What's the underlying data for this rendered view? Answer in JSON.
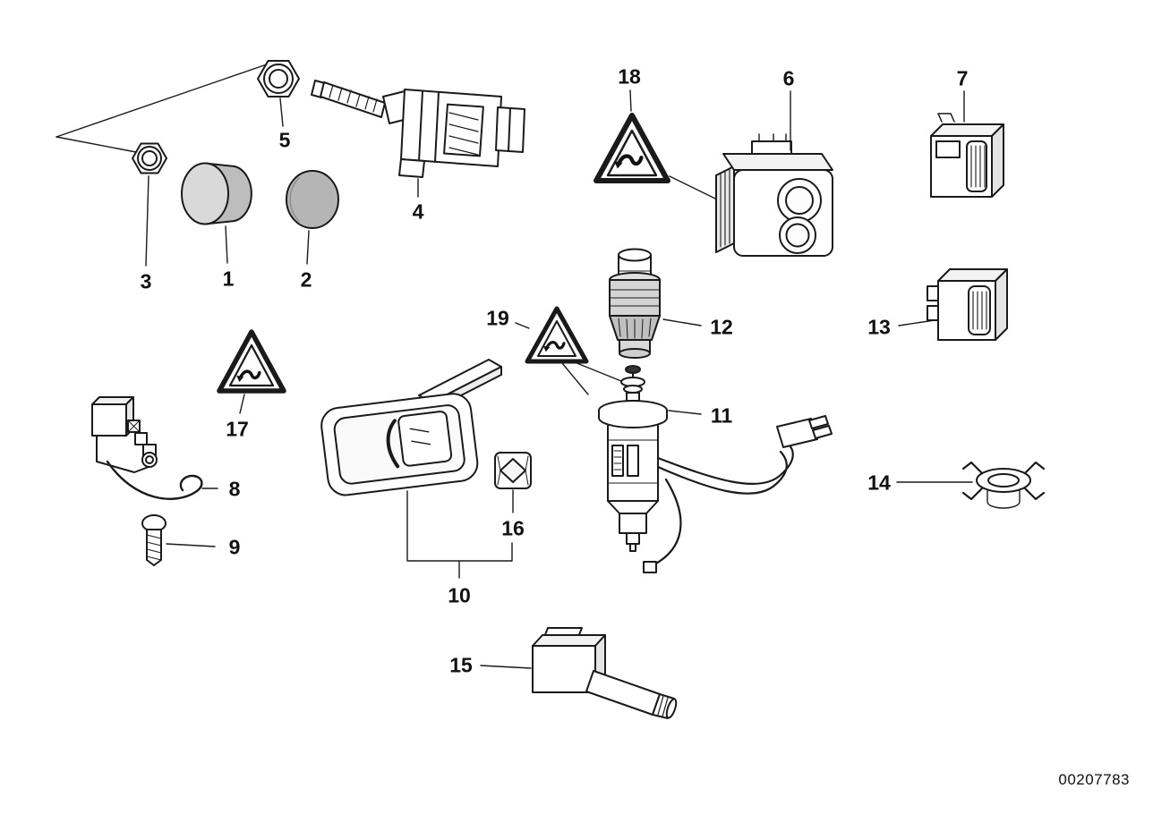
{
  "diagram": {
    "doc_number": "00207783",
    "background_color": "#ffffff",
    "line_color": "#1a1a1a",
    "fill_gray": "#c0c0c0",
    "parts": [
      {
        "label": "1",
        "name": "blanking-plug"
      },
      {
        "label": "2",
        "name": "cover-cap"
      },
      {
        "label": "3",
        "name": "hex-nut-small"
      },
      {
        "label": "4",
        "name": "brake-light-switch"
      },
      {
        "label": "5",
        "name": "hex-nut"
      },
      {
        "label": "6",
        "name": "double-button-switch"
      },
      {
        "label": "7",
        "name": "rocker-switch"
      },
      {
        "label": "8",
        "name": "door-contact-switch"
      },
      {
        "label": "9",
        "name": "screw"
      },
      {
        "label": "10",
        "name": "switch-assembly"
      },
      {
        "label": "11",
        "name": "cigarette-lighter-socket"
      },
      {
        "label": "12",
        "name": "cigarette-lighter-element"
      },
      {
        "label": "13",
        "name": "rocker-switch-2"
      },
      {
        "label": "14",
        "name": "retaining-clip"
      },
      {
        "label": "15",
        "name": "sensor-switch"
      },
      {
        "label": "16",
        "name": "button-cap"
      },
      {
        "label": "17",
        "name": "warning-triangle-label"
      },
      {
        "label": "18",
        "name": "warning-triangle-label"
      },
      {
        "label": "19",
        "name": "warning-triangle-label"
      }
    ]
  }
}
